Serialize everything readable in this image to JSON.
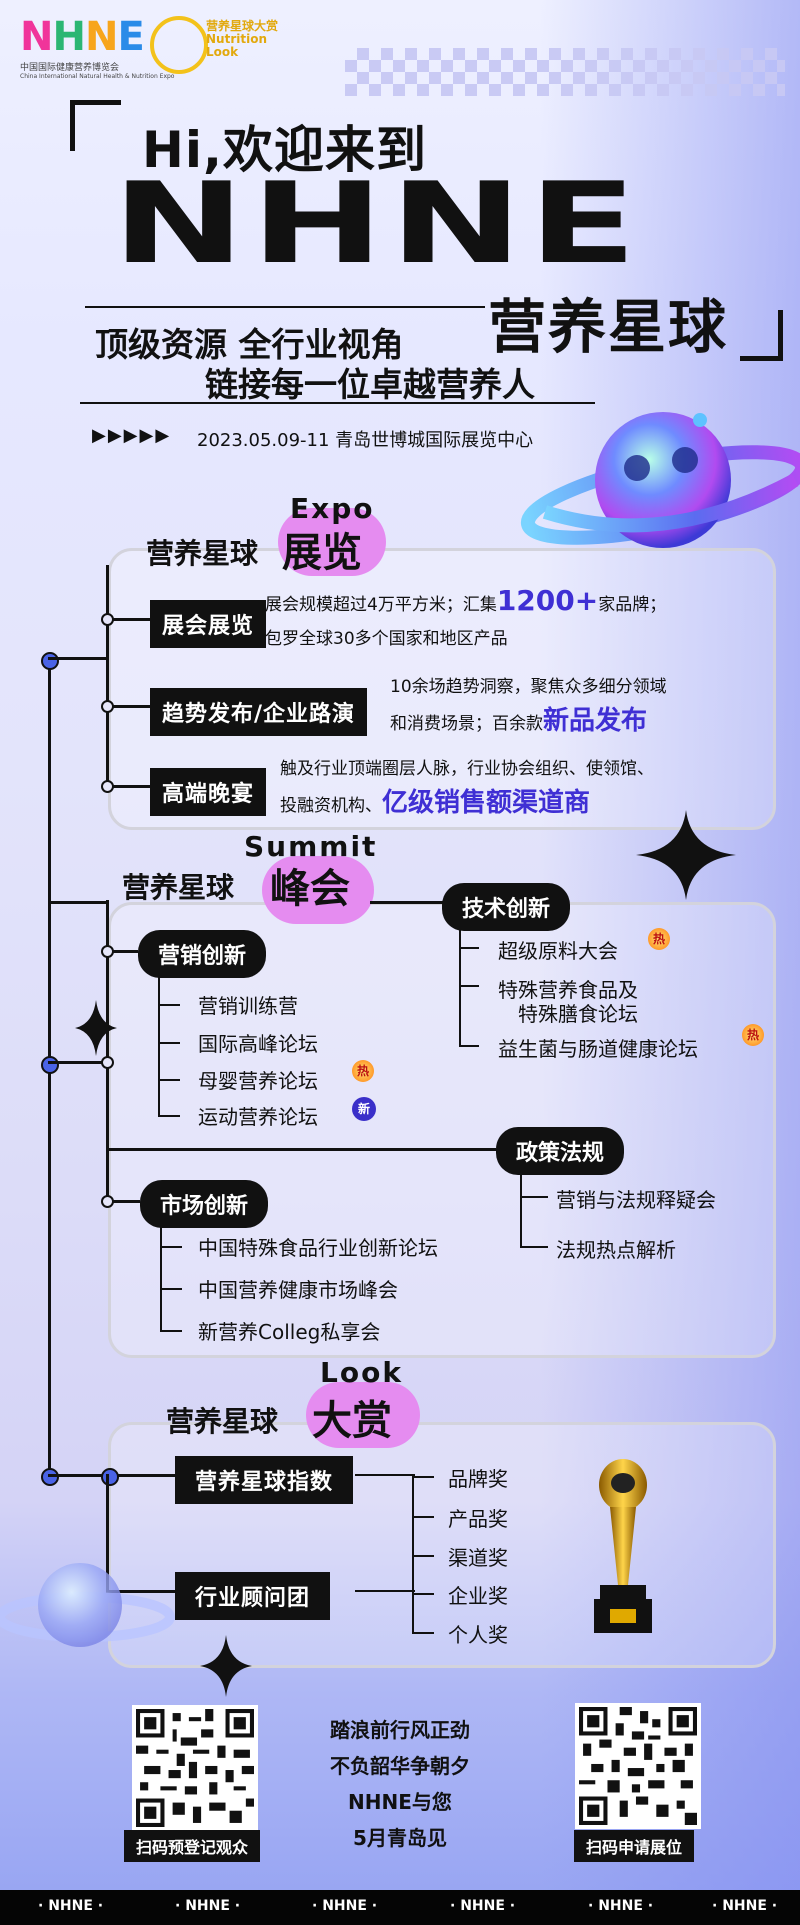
{
  "header": {
    "logo_main": "NHNE",
    "logo_sub": "中国国际健康营养博览会",
    "logo_sub_en": "China International Natural Health & Nutrition Expo",
    "partner_logo_cn": "营养星球大赏",
    "partner_logo_en1": "Nutrition",
    "partner_logo_en2": "Look"
  },
  "hero": {
    "line1": "Hi,欢迎来到",
    "line2": "NHNE",
    "line3": "营养星球",
    "slogan1": "顶级资源  全行业视角",
    "slogan2": "链接每一位卓越营养人",
    "arrows": "▶▶▶▶▶",
    "date_place": "2023.05.09-11  青岛世博城国际展览中心"
  },
  "expo": {
    "en": "Expo",
    "title_a": "营养星球",
    "title_b": "展览",
    "rows": [
      {
        "tag": "展会展览",
        "line1_a": "展会规模超过4万平方米；汇集",
        "line1_hl": "1200+",
        "line1_b": "家品牌；",
        "line2": "包罗全球30多个国家和地区产品"
      },
      {
        "tag": "趋势发布/企业路演",
        "line1": "10余场趋势洞察，聚焦众多细分领域",
        "line2_a": "和消费场景；百余款",
        "line2_hl": "新品发布"
      },
      {
        "tag": "高端晚宴",
        "line1": "触及行业顶端圈层人脉，行业协会组织、使领馆、",
        "line2_a": "投融资机构、",
        "line2_hl": "亿级销售额渠道商"
      }
    ]
  },
  "summit": {
    "en": "Summit",
    "title_a": "营养星球",
    "title_b": "峰会",
    "marketing": {
      "tag": "营销创新",
      "items": [
        "营销训练营",
        "国际高峰论坛",
        "母婴营养论坛",
        "运动营养论坛"
      ]
    },
    "tech": {
      "tag": "技术创新",
      "items": [
        "超级原料大会",
        "特殊营养食品及",
        "特殊膳食论坛",
        "益生菌与肠道健康论坛"
      ]
    },
    "policy": {
      "tag": "政策法规",
      "items": [
        "营销与法规释疑会",
        "法规热点解析"
      ]
    },
    "market": {
      "tag": "市场创新",
      "items": [
        "中国特殊食品行业创新论坛",
        "中国营养健康市场峰会",
        "新营养Colleg私享会"
      ]
    },
    "hot": "热",
    "new": "新"
  },
  "look": {
    "en": "Look",
    "title_a": "营养星球",
    "title_b": "大赏",
    "tag1": "营养星球指数",
    "tag2": "行业顾问团",
    "awards": [
      "品牌奖",
      "产品奖",
      "渠道奖",
      "企业奖",
      "个人奖"
    ]
  },
  "bottom": {
    "qr_left_label": "扫码预登记观众",
    "qr_right_label": "扫码申请展位",
    "center_lines": [
      "踏浪前行风正劲",
      "不负韶华争朝夕",
      "NHNE与您",
      "5月青岛见"
    ]
  },
  "footer": {
    "items": [
      "· NHNE ·",
      "· NHNE ·",
      "· NHNE ·",
      "· NHNE ·",
      "· NHNE ·",
      "· NHNE ·"
    ]
  },
  "colors": {
    "accent": "#3f2fd4",
    "magenta": "#e58cf0",
    "node": "#4a63e6"
  }
}
